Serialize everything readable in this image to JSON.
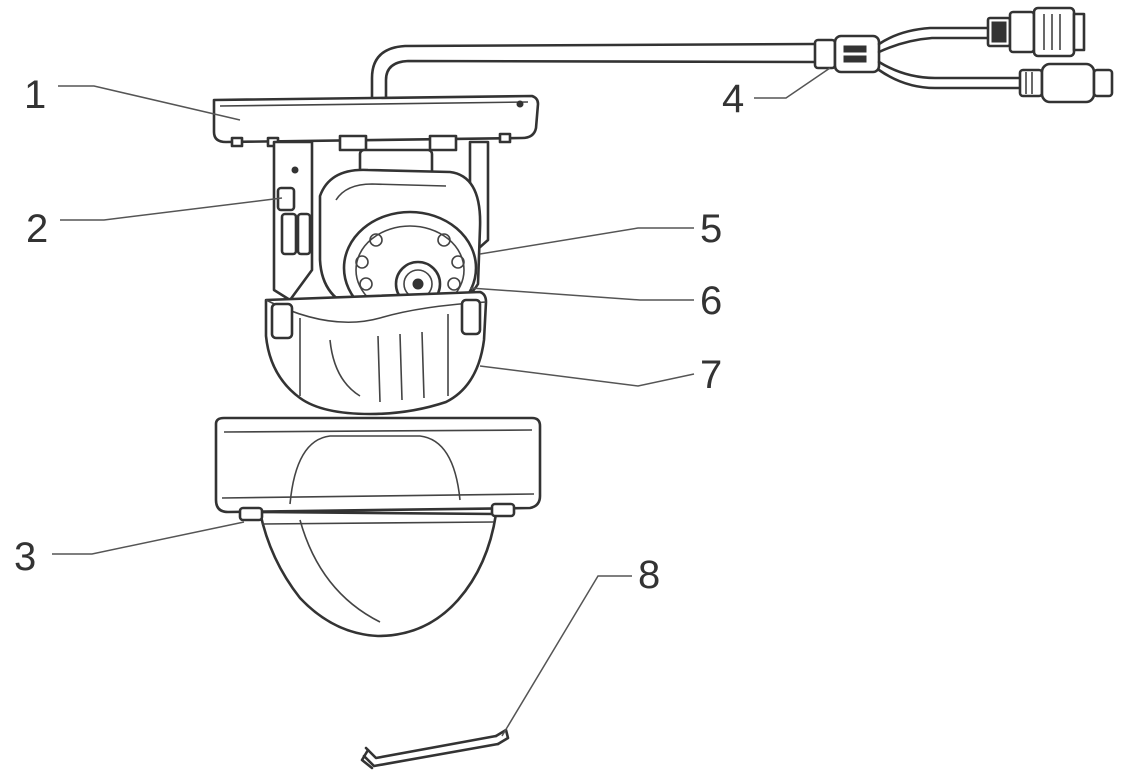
{
  "diagram": {
    "colors": {
      "line": "#333333",
      "background": "#ffffff"
    },
    "callouts": [
      {
        "id": "1",
        "label": "1"
      },
      {
        "id": "2",
        "label": "2"
      },
      {
        "id": "3",
        "label": "3"
      },
      {
        "id": "4",
        "label": "4"
      },
      {
        "id": "5",
        "label": "5"
      },
      {
        "id": "6",
        "label": "6"
      },
      {
        "id": "7",
        "label": "7"
      },
      {
        "id": "8",
        "label": "8"
      }
    ]
  }
}
